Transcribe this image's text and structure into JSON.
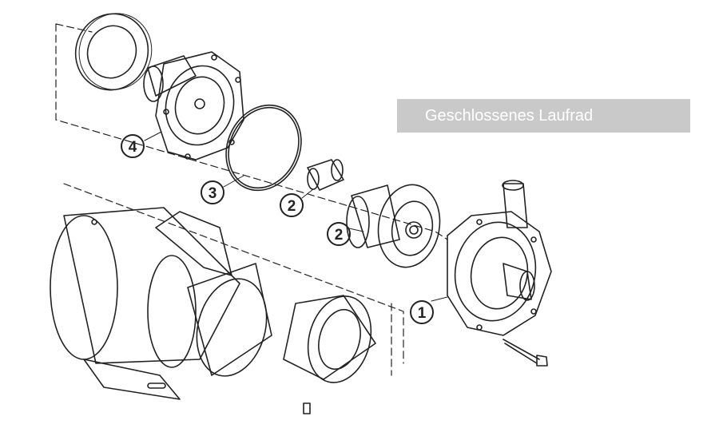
{
  "banner": {
    "text": "Geschlossenes Laufrad",
    "background": "#c9c9c9",
    "text_color": "#ffffff"
  },
  "callouts": [
    {
      "label": "4",
      "part": "pump-housing-back"
    },
    {
      "label": "3",
      "part": "o-ring"
    },
    {
      "label": "2",
      "part": "shaft-bushing"
    },
    {
      "label": "2",
      "part": "closed-impeller-magnet"
    },
    {
      "label": "1",
      "part": "pump-head-front"
    }
  ],
  "colors": {
    "line": "#222222",
    "paper": "#ffffff"
  }
}
